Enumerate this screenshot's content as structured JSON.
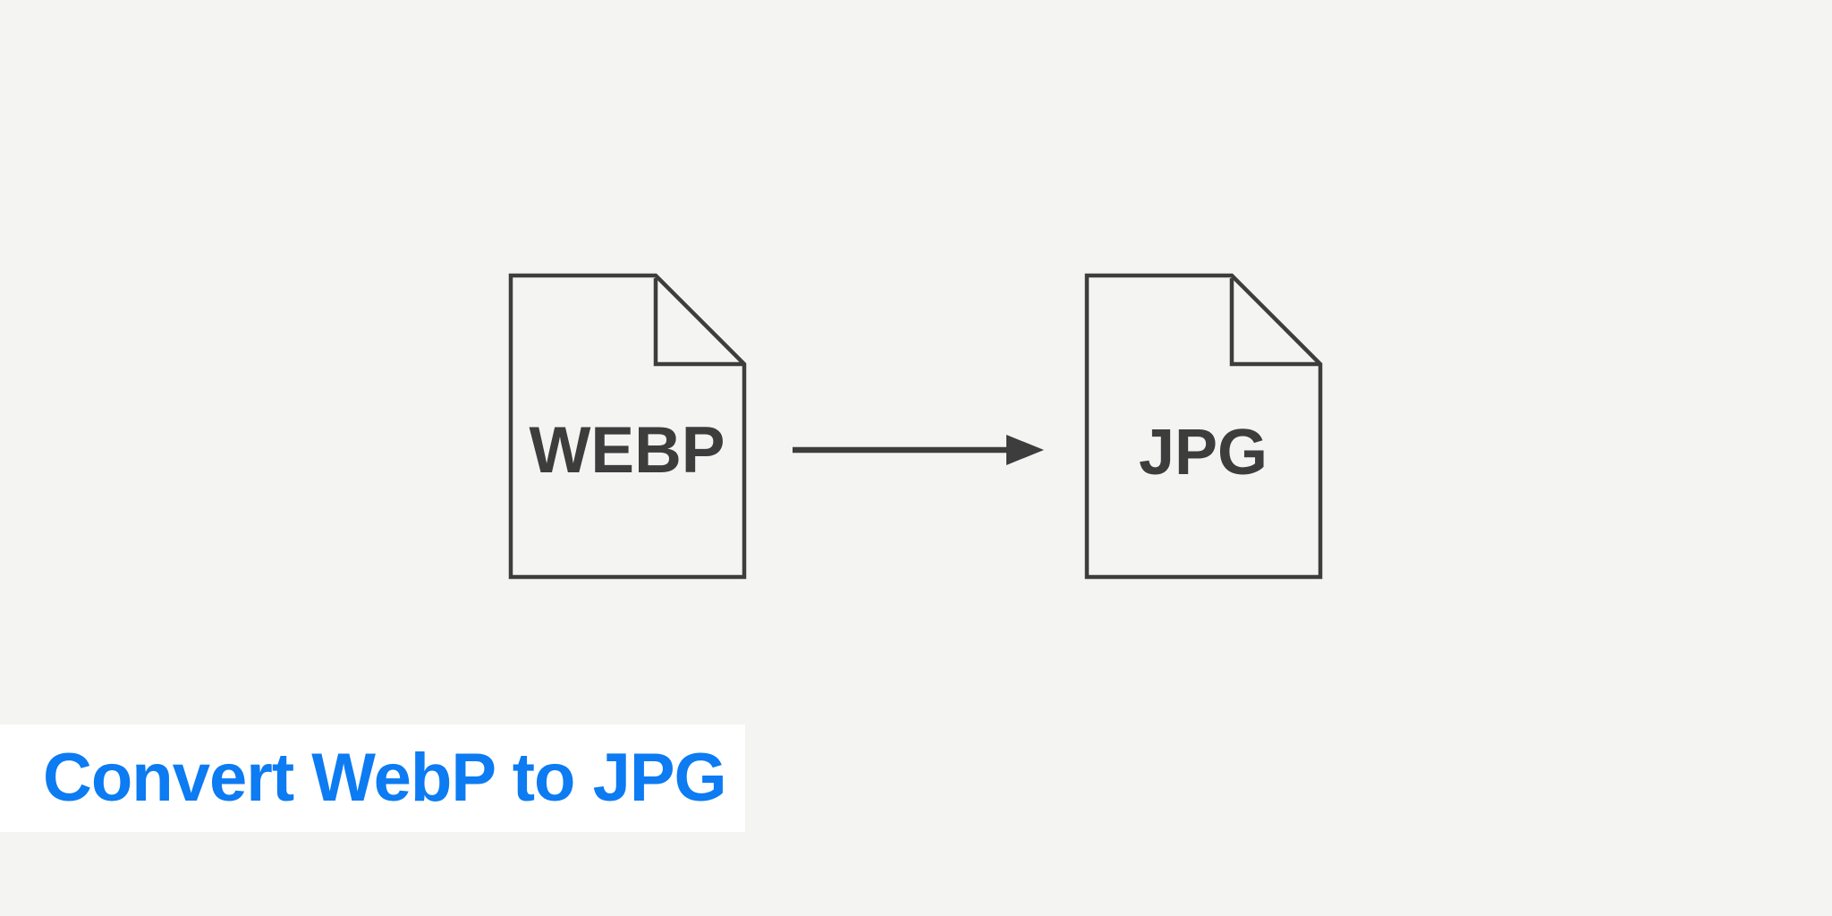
{
  "illustration": {
    "source_file": {
      "label": "WEBP",
      "icon": "file-icon"
    },
    "target_file": {
      "label": "JPG",
      "icon": "file-icon"
    },
    "arrow": {
      "icon": "right-arrow-icon",
      "direction": "left-to-right"
    }
  },
  "banner": {
    "title": "Convert WebP to JPG"
  },
  "colors": {
    "background": "#f4f4f3",
    "outline": "#3d3d3d",
    "file_label_text": "#3d3d3d",
    "title_blue": "#0d7bf2",
    "banner_background": "#ffffff"
  }
}
